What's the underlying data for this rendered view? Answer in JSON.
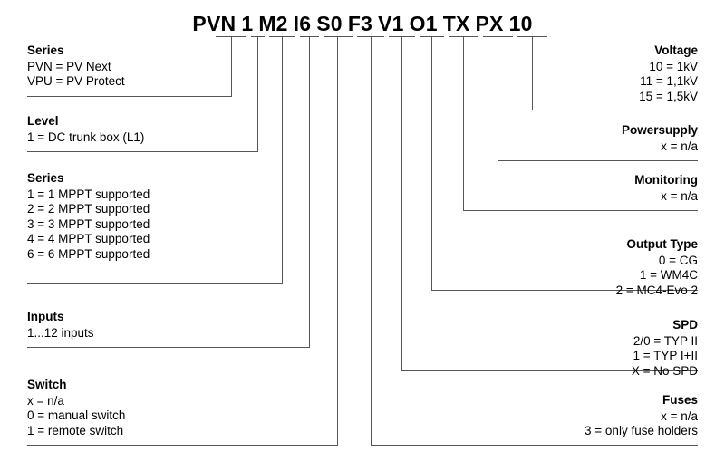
{
  "part_number": {
    "full": "PVN 1 M2 I6 S0 F3 V1 O1 TX PX 10",
    "segments": [
      {
        "text": "PVN"
      },
      {
        "text": "1"
      },
      {
        "text": "M2"
      },
      {
        "text": "I6"
      },
      {
        "text": "S0"
      },
      {
        "text": "F3"
      },
      {
        "text": "V1"
      },
      {
        "text": "O1"
      },
      {
        "text": "TX"
      },
      {
        "text": "PX"
      },
      {
        "text": "10"
      }
    ]
  },
  "left_blocks": [
    {
      "title": "Series",
      "rows": [
        "PVN = PV Next",
        "VPU = PV Protect"
      ]
    },
    {
      "title": "Level",
      "rows": [
        "1 = DC trunk box (L1)"
      ]
    },
    {
      "title": "Series",
      "rows": [
        "1 = 1 MPPT supported",
        "2 = 2 MPPT supported",
        "3 = 3 MPPT supported",
        "4 = 4 MPPT supported",
        "6 = 6 MPPT supported"
      ]
    },
    {
      "title": "Inputs",
      "rows": [
        "1...12 inputs"
      ]
    },
    {
      "title": "Switch",
      "rows": [
        "x = n/a",
        "0 = manual switch",
        "1 = remote switch"
      ]
    }
  ],
  "right_blocks": [
    {
      "title": "Voltage",
      "rows": [
        "10 = 1kV",
        "11 = 1,1kV",
        "15 = 1,5kV"
      ]
    },
    {
      "title": "Powersupply",
      "rows": [
        "x = n/a"
      ]
    },
    {
      "title": "Monitoring",
      "rows": [
        "x = n/a"
      ]
    },
    {
      "title": "Output Type",
      "rows": [
        "0 = CG",
        "1 = WM4C",
        "2 = MC4-Evo 2"
      ]
    },
    {
      "title": "SPD",
      "rows": [
        "2/0 = TYP II",
        "1 = TYP I+II",
        "X = No SPD"
      ]
    },
    {
      "title": "Fuses",
      "rows": [
        "x = n/a",
        "3 = only fuse holders"
      ]
    }
  ],
  "colors": {
    "text": "#000000",
    "line": "#555555",
    "background": "#ffffff"
  }
}
